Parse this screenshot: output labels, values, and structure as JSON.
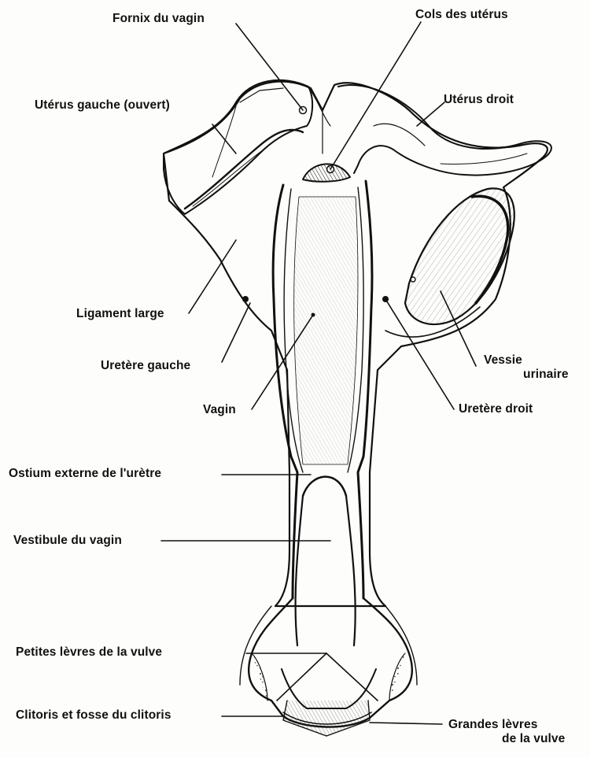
{
  "labels": {
    "fornix": "Fornix du vagin",
    "cols": "Cols des utérus",
    "uterus_gauche": "Utérus gauche (ouvert)",
    "uterus_droit": "Utérus droit",
    "ligament": "Ligament large",
    "uretere_gauche": "Uretère gauche",
    "vessie_1": "Vessie",
    "vessie_2": "urinaire",
    "vagin": "Vagin",
    "uretere_droit": "Uretère droit",
    "ostium": "Ostium externe de l'urètre",
    "vestibule": "Vestibule du vagin",
    "petites_levres": "Petites lèvres de la vulve",
    "clitoris": "Clitoris et fosse du clitoris",
    "grandes_levres_1": "Grandes lèvres",
    "grandes_levres_2": "de la vulve"
  },
  "colors": {
    "ink": "#111111",
    "paper": "#fdfdfb"
  }
}
